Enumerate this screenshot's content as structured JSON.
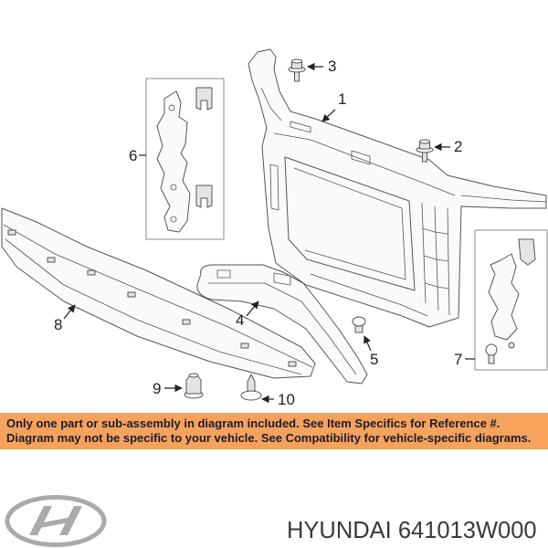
{
  "diagram": {
    "callouts": {
      "c1": "1",
      "c2": "2",
      "c3": "3",
      "c4": "4",
      "c5": "5",
      "c6": "6",
      "c7": "7",
      "c8": "8",
      "c9": "9",
      "c10": "10"
    }
  },
  "banner": {
    "line1": "Only one part or sub-assembly in diagram included. See Item Specifics for Reference #.",
    "line2": "Diagram may not be specific to your vehicle. See Compatibility for vehicle-specific diagrams."
  },
  "footer": {
    "logo_icon": "hyundai-logo-icon",
    "brand_text": "HYUNDAI 641013W000"
  },
  "colors": {
    "banner_background": "#f5a25d",
    "banner_text": "#1c1c2b",
    "line_art": "#555555",
    "logo": "#aaaaaa",
    "footer_text": "#3a3a3a",
    "callout_text": "#222222"
  }
}
